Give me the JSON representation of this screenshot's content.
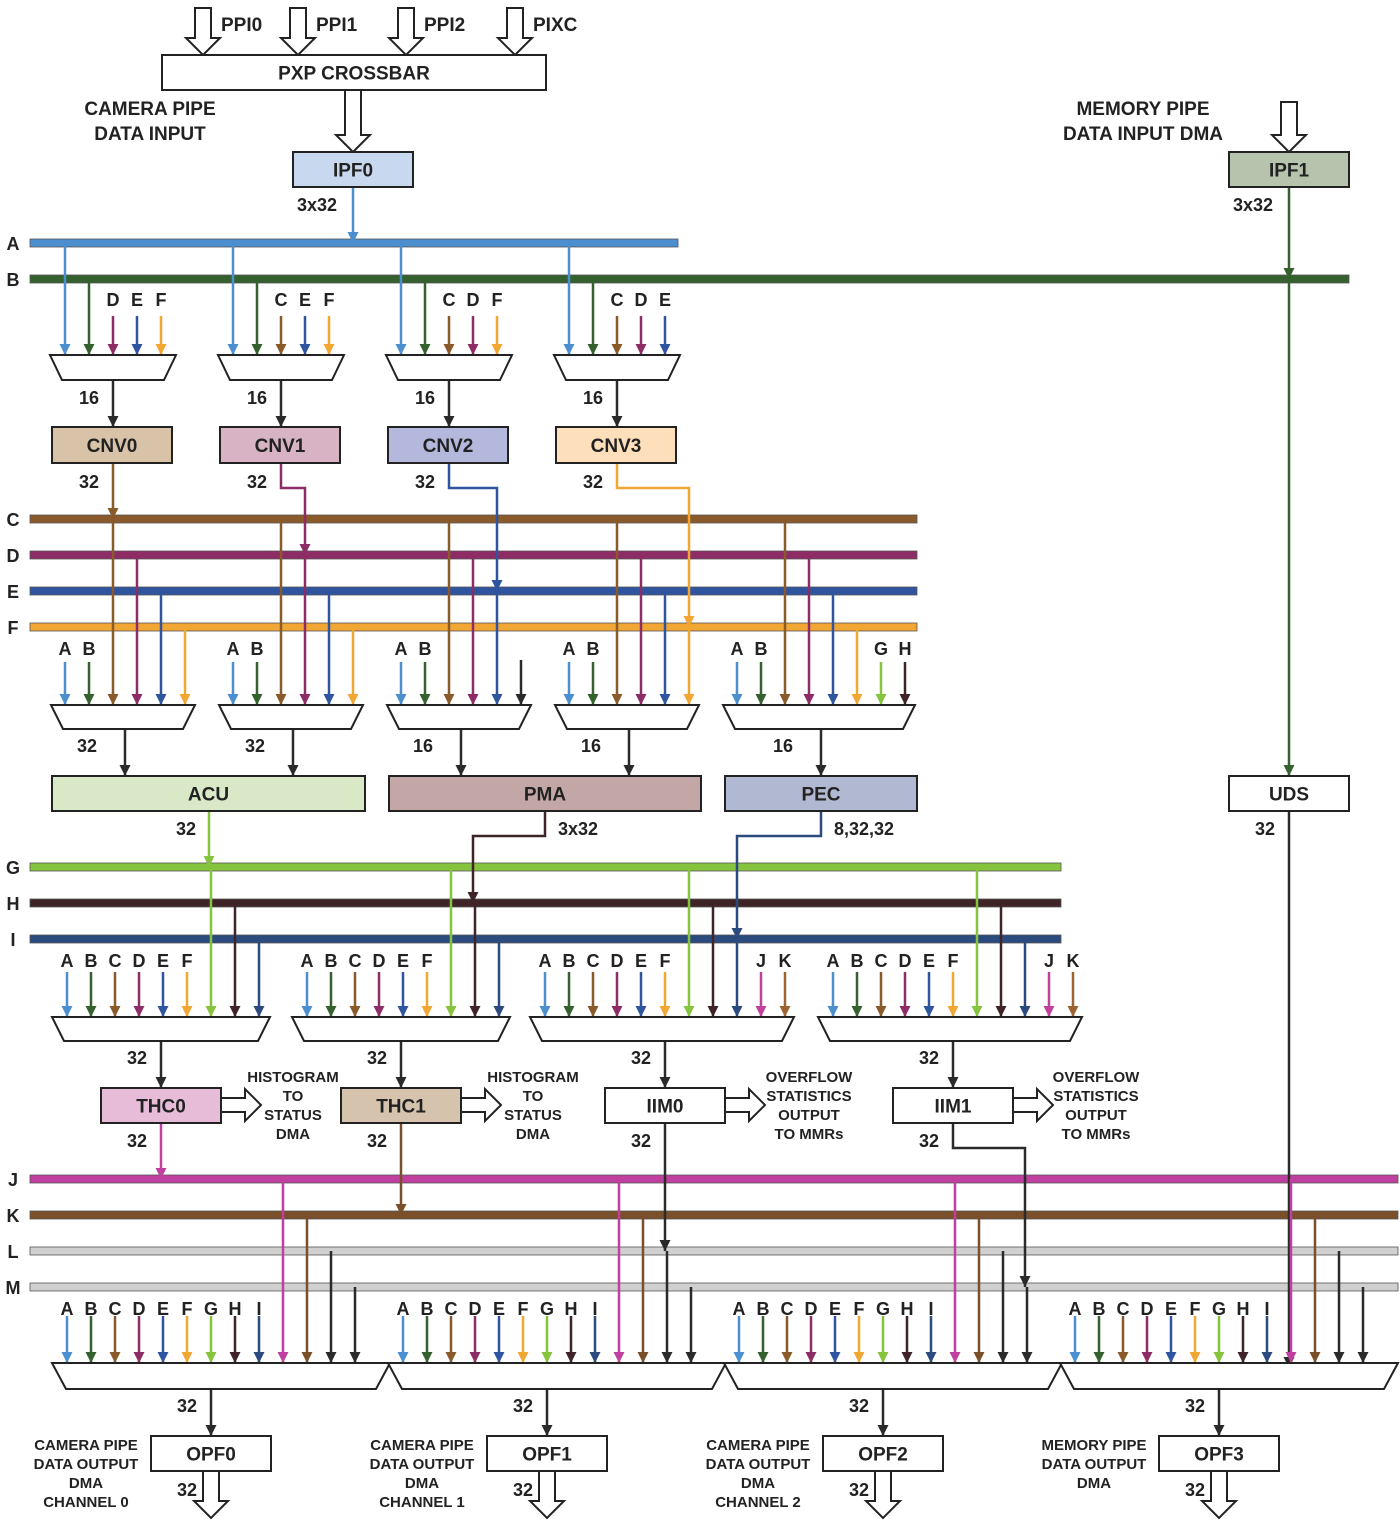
{
  "colors": {
    "A": "#4b8fd0",
    "B": "#35612f",
    "C": "#8b5a2b",
    "D": "#8e2c66",
    "E": "#2f55a0",
    "F": "#f2a633",
    "G": "#86c440",
    "H": "#3e2427",
    "I": "#2b4a7d",
    "J": "#c040a0",
    "K": "#7a4f2a",
    "L": "#d0d0d0",
    "M": "#d0d0d0",
    "dark": "#2a2a2a"
  },
  "top": {
    "ppi_inputs": [
      "PPI0",
      "PPI1",
      "PPI2",
      "PIXC"
    ],
    "crossbar": "PXP CROSSBAR",
    "camera_input_line1": "CAMERA PIPE",
    "camera_input_line2": "DATA INPUT",
    "memory_input_line1": "MEMORY PIPE",
    "memory_input_line2": "DATA INPUT DMA"
  },
  "ipf": [
    {
      "label": "IPF0",
      "width": "3x32",
      "fill": "#c8d8ee"
    },
    {
      "label": "IPF1",
      "width": "3x32",
      "fill": "#b7c4ad"
    }
  ],
  "bus_labels": [
    "A",
    "B",
    "C",
    "D",
    "E",
    "F",
    "G",
    "H",
    "I",
    "J",
    "K",
    "L",
    "M"
  ],
  "stage1": {
    "mux_letters": [
      [
        "D",
        "E",
        "F"
      ],
      [
        "C",
        "E",
        "F"
      ],
      [
        "C",
        "D",
        "F"
      ],
      [
        "C",
        "D",
        "E"
      ]
    ],
    "mux_widths": [
      "16",
      "16",
      "16",
      "16"
    ],
    "cnv": [
      {
        "label": "CNV0",
        "fill": "#d9c3a8",
        "out": "32"
      },
      {
        "label": "CNV1",
        "fill": "#d8b3c4",
        "out": "32"
      },
      {
        "label": "CNV2",
        "fill": "#b4b8dc",
        "out": "32"
      },
      {
        "label": "CNV3",
        "fill": "#fde0bb",
        "out": "32"
      }
    ]
  },
  "stage2": {
    "mux_letters": [
      [
        "A",
        "B"
      ],
      [
        "A",
        "B"
      ],
      [
        "A",
        "B"
      ],
      [
        "A",
        "B"
      ],
      [
        "A",
        "B",
        "G",
        "H"
      ]
    ],
    "mux_widths": [
      "32",
      "32",
      "16",
      "16",
      "16"
    ],
    "blocks": [
      {
        "label": "ACU",
        "fill": "#d9e9c8",
        "out": "32"
      },
      {
        "label": "PMA",
        "fill": "#c3a6a6",
        "out": "3x32"
      },
      {
        "label": "PEC",
        "fill": "#b1b8d2",
        "out": "8,32,32"
      },
      {
        "label": "UDS",
        "fill": "#ffffff",
        "out": "32"
      }
    ]
  },
  "stage3": {
    "mux_letters": [
      [
        "A",
        "B",
        "C",
        "D",
        "E",
        "F"
      ],
      [
        "A",
        "B",
        "C",
        "D",
        "E",
        "F"
      ],
      [
        "A",
        "B",
        "C",
        "D",
        "E",
        "F",
        "J",
        "K"
      ],
      [
        "A",
        "B",
        "C",
        "D",
        "E",
        "F",
        "J",
        "K"
      ]
    ],
    "mux_widths": [
      "32",
      "32",
      "32",
      "32"
    ],
    "blocks": [
      {
        "label": "THC0",
        "fill": "#e6bcd9",
        "out": "32"
      },
      {
        "label": "THC1",
        "fill": "#d5c3ad",
        "out": "32"
      },
      {
        "label": "IIM0",
        "fill": "#ffffff",
        "out": "32"
      },
      {
        "label": "IIM1",
        "fill": "#ffffff",
        "out": "32"
      }
    ],
    "side_notes": [
      [
        "HISTOGRAM",
        "TO",
        "STATUS",
        "DMA"
      ],
      [
        "HISTOGRAM",
        "TO",
        "STATUS",
        "DMA"
      ],
      [
        "OVERFLOW",
        "STATISTICS",
        "OUTPUT",
        "TO MMRs"
      ],
      [
        "OVERFLOW",
        "STATISTICS",
        "OUTPUT",
        "TO MMRs"
      ]
    ]
  },
  "stage4": {
    "mux_letters": [
      "A",
      "B",
      "C",
      "D",
      "E",
      "F",
      "G",
      "H",
      "I"
    ],
    "mux_widths": [
      "32",
      "32",
      "32",
      "32"
    ],
    "opf": [
      {
        "label": "OPF0",
        "out": "32",
        "note": [
          "CAMERA PIPE",
          "DATA OUTPUT",
          "DMA",
          "CHANNEL 0"
        ]
      },
      {
        "label": "OPF1",
        "out": "32",
        "note": [
          "CAMERA PIPE",
          "DATA OUTPUT",
          "DMA",
          "CHANNEL 1"
        ]
      },
      {
        "label": "OPF2",
        "out": "32",
        "note": [
          "CAMERA PIPE",
          "DATA OUTPUT",
          "DMA",
          "CHANNEL 2"
        ]
      },
      {
        "label": "OPF3",
        "out": "32",
        "note": [
          "MEMORY PIPE",
          "DATA OUTPUT",
          "DMA"
        ]
      }
    ]
  }
}
